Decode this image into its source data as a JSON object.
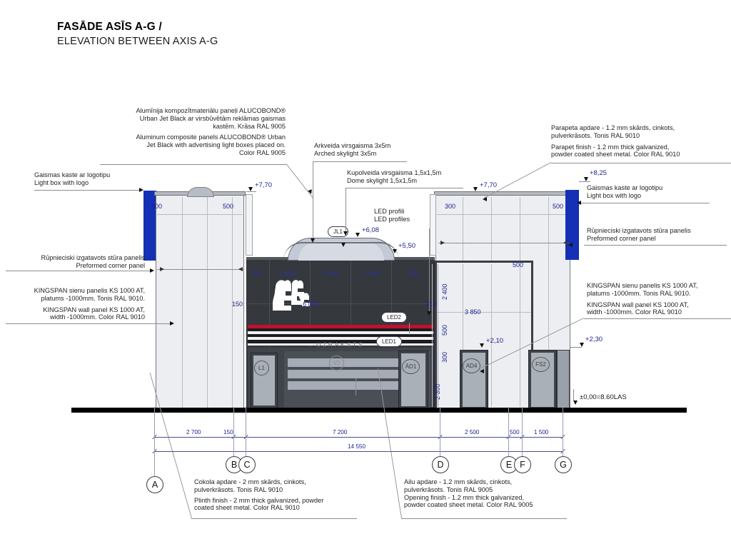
{
  "title": {
    "lv": "FASĀDE ASĪS A-G /",
    "en": "ELEVATION BETWEEN AXIS A-G"
  },
  "annotations": {
    "alucobond": {
      "lv": "Alumīnija kompozītmateriālu paneļi ALUCOBOND®\nUrban Jet Black ar virsbūvētām reklāmas gaismas\nkastēm. Krāsa RAL 9005",
      "en": "Aluminum composite panels ALUCOBOND® Urban\nJet Black with advertising light boxes placed on.\nColor RAL 9005"
    },
    "lightbox_left": {
      "lv": "Gaismas kaste ar logotipu",
      "en": "Light box with logo"
    },
    "corner_panel_left": {
      "lv": "Rūpnieciski izgatavots stūra panelis",
      "en": "Preformed corner panel"
    },
    "kingspan_left": {
      "lv": "KINGSPAN sienu panelis KS 1000 AT,\nplatums -1000mm. Tonis RAL 9010.",
      "en": "KINGSPAN wall panel KS 1000 AT,\nwidth -1000mm. Color RAL 9010"
    },
    "arched_skylight": {
      "lv": "Arkveida virsgaisma 3x5m",
      "en": "Arched skylight 3x5m"
    },
    "dome_skylight": {
      "lv": "Kupolveida virsgaisma 1,5x1,5m",
      "en": "Dome skylight 1,5x1,5m"
    },
    "led_profiles": {
      "lv": "LED profili",
      "en": "LED profiles"
    },
    "parapet": {
      "lv": "Parapeta apdare - 1.2 mm skārds, cinkots,\npulverkrāsots. Tonis RAL 9010",
      "en": "Parapet finish - 1.2 mm thick galvanized,\npowder coated sheet metal. Color RAL 9010"
    },
    "lightbox_right": {
      "lv": "Gaismas kaste ar logotipu",
      "en": "Light box with logo"
    },
    "corner_panel_right": {
      "lv": "Rūpnieciski izgatavots stūra panelis",
      "en": "Preformed corner panel"
    },
    "kingspan_right": {
      "lv": "KINGSPAN sienu panelis KS 1000 AT,\nplatums -1000mm. Tonis RAL 9010.",
      "en": "KINGSPAN wall panel KS 1000 AT,\nwidth -1000mm. Color RAL 9010"
    },
    "plinth": {
      "lv": "Cokola apdare - 2 mm skārds, cinkots,\npulverkrāsots. Tonis RAL 9010",
      "en": "Plinth finish - 2 mm thick galvanized, powder\ncoated sheet metal. Color RAL 9010"
    },
    "opening": {
      "lv": "Ailu apdare - 1.2 mm skārds, cinkots,\npulverkrāsots. Tonis RAL 9005",
      "en": "Opening finish - 1.2 mm thick galvanized,\npowder coated sheet metal. Color RAL 9005"
    }
  },
  "levels": {
    "left_top": "+7,70",
    "right_top": "+7,70",
    "lightbox_top": "+8,25",
    "arch_crown": "+6,08",
    "dark_top": "+5,50",
    "canopy": "+2,10",
    "right_low": "+2,30",
    "ground": "±0,00=8.60LAS"
  },
  "dimensions": {
    "left_wall_500_a": "500",
    "left_wall_500_b": "500",
    "right_wall_300": "300",
    "right_wall_500": "500",
    "right_lower_500": "500",
    "facade_750_left": "750",
    "facade_1600_a": "1 600",
    "facade_1600_b": "1 600",
    "facade_1600_c": "1 600",
    "facade_750_right": "750",
    "facade_6000": "6 000",
    "facade_150_left": "150",
    "facade_150_right": "150",
    "right_2400": "2 400",
    "right_3850": "3 850",
    "right_500": "500",
    "right_300": "300",
    "right_2300": "2 300"
  },
  "dim_string": {
    "segments": [
      {
        "label": "2 700"
      },
      {
        "label": "150"
      },
      {
        "label": "7 200"
      },
      {
        "label": "2 500"
      },
      {
        "label": "500"
      },
      {
        "label": "1 500"
      }
    ],
    "total": "14 550"
  },
  "axes": [
    "A",
    "B",
    "C",
    "D",
    "E",
    "F",
    "G"
  ],
  "element_tags": {
    "skylight": "JL1",
    "led2": "LED2",
    "led1": "LED1",
    "door_l1": "L1",
    "window_v2": "V2",
    "door_ad1": "ĀD1",
    "door_ad4": "AD4",
    "door_fs2": "FS2"
  },
  "signage": {
    "text": "UZRAKSTS"
  },
  "colors": {
    "lightbox_blue": "#1430b4",
    "dark_facade": "#35383d",
    "wall_light": "#eceef1",
    "led_red": "#c2102c",
    "dimension_blue": "#1b1f8c"
  }
}
